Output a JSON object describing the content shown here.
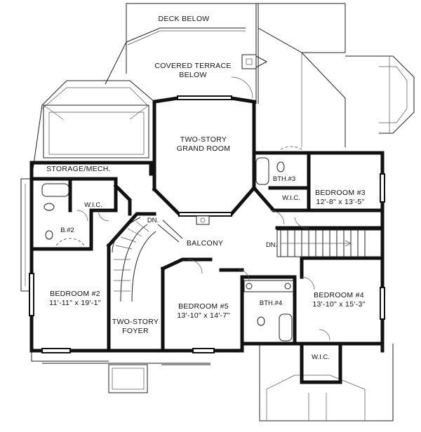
{
  "labels": {
    "deck_below": "DECK BELOW",
    "covered_terrace_1": "COVERED TERRACE",
    "covered_terrace_2": "BELOW",
    "grand_room_1": "TWO-STORY",
    "grand_room_2": "GRAND ROOM",
    "storage": "STORAGE/MECH.",
    "bath3": "BTH.#3",
    "wic_bed3": "W.I.C.",
    "bedroom3_name": "BEDROOM #3",
    "bedroom3_size": "12'-8\" x 13'-5\"",
    "wic_bed2": "W.I.C.",
    "bath2": "B.#2",
    "dn_stair_left": "DN.",
    "balcony": "BALCONY",
    "dn_stair_right": "DN.",
    "bedroom2_name": "BEDROOM #2",
    "bedroom2_size": "11'-11\" x 19'-1\"",
    "bedroom5_name": "BEDROOM #5",
    "bedroom5_size": "13'-10\" x 14'-7\"",
    "bath4": "BTH.#4",
    "bedroom4_name": "BEDROOM #4",
    "bedroom4_size": "13'-10\" x 15'-3\"",
    "foyer_1": "TWO-STORY",
    "foyer_2": "FOYER",
    "wic_bed4": "W.I.C."
  }
}
